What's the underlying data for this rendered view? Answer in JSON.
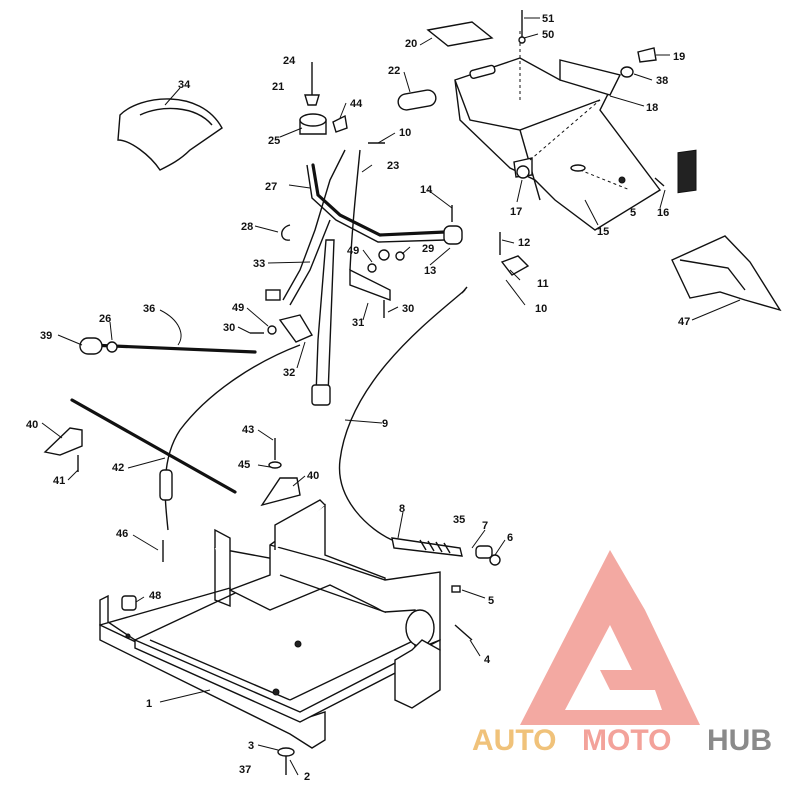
{
  "callouts": [
    "1",
    "2",
    "3",
    "4",
    "5",
    "5",
    "6",
    "7",
    "8",
    "9",
    "10",
    "10",
    "11",
    "12",
    "13",
    "14",
    "15",
    "16",
    "17",
    "18",
    "19",
    "20",
    "21",
    "22",
    "23",
    "24",
    "25",
    "26",
    "27",
    "28",
    "29",
    "30",
    "30",
    "31",
    "32",
    "33",
    "34",
    "35",
    "36",
    "37",
    "38",
    "39",
    "40",
    "40",
    "41",
    "42",
    "43",
    "44",
    "45",
    "46",
    "47",
    "48",
    "49",
    "49",
    "50",
    "51"
  ],
  "watermark": {
    "word_1": "AUTO",
    "word_2": "MOTO",
    "word_3": "HUB",
    "color_1": "#f0c27a",
    "color_2": "#f3a29a",
    "color_3": "#8a8a8a",
    "logo_color": "#f19a92"
  }
}
